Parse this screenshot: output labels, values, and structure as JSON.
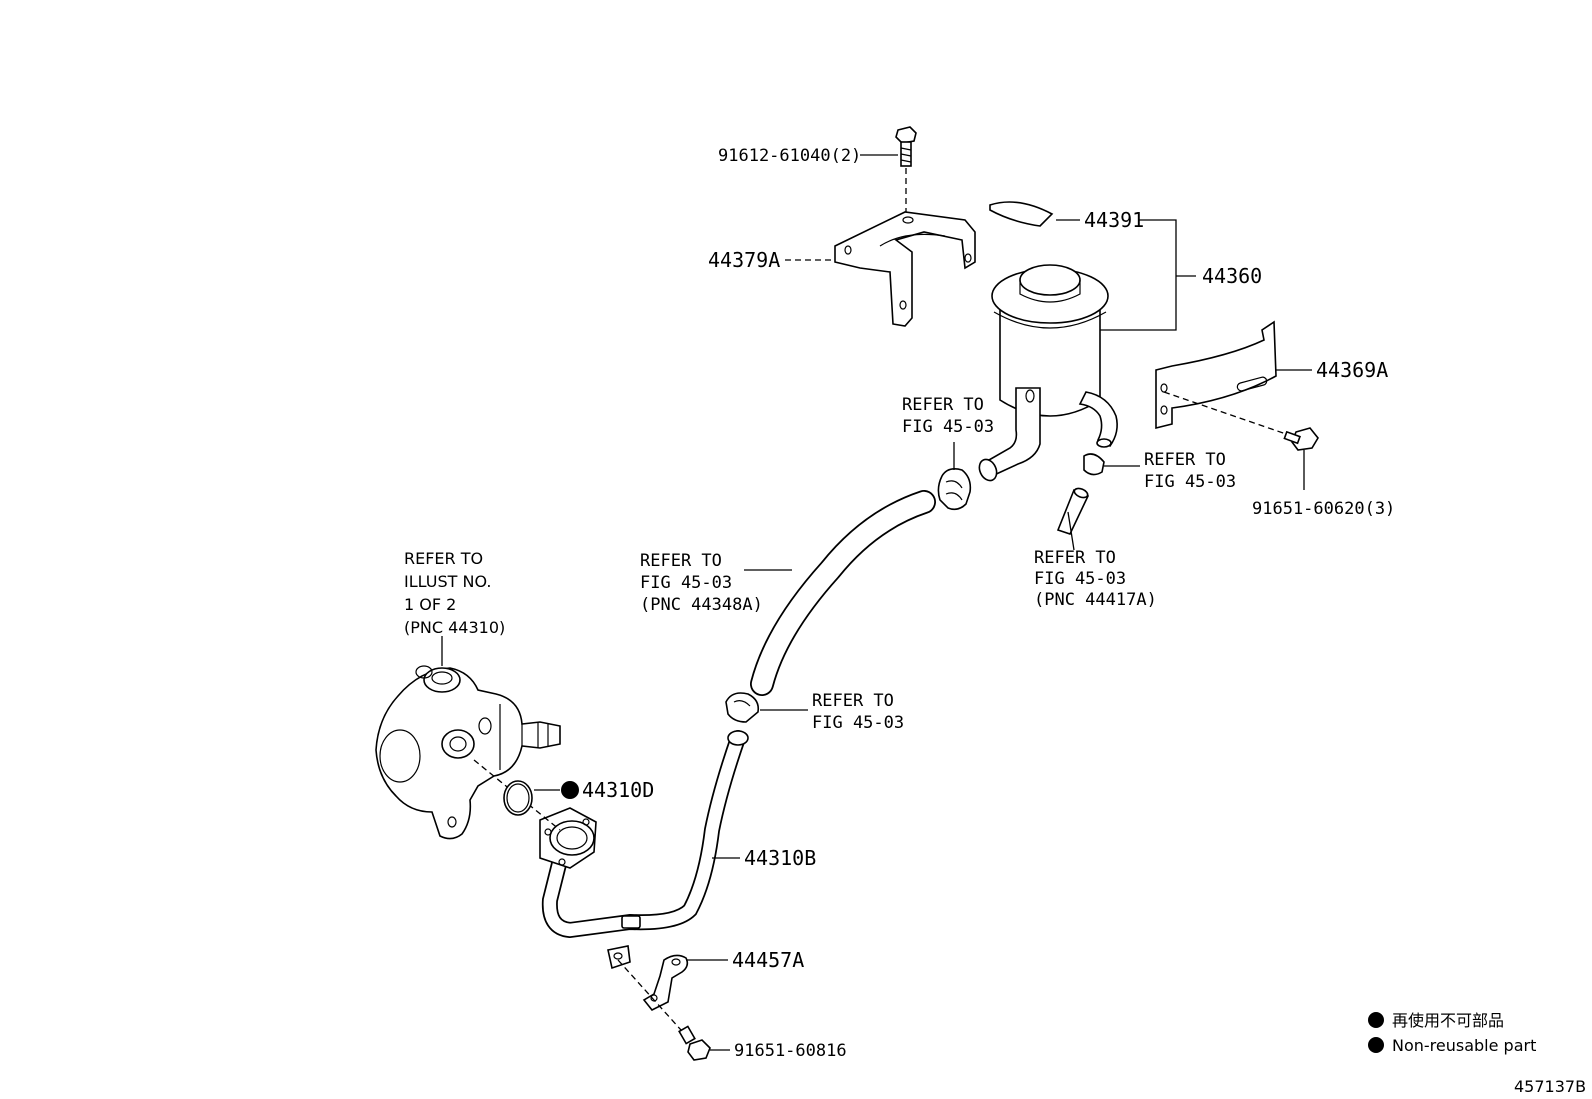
{
  "parts": {
    "bolt_top": "91612-61040(2)",
    "bracket": "44379A",
    "cap_seal": "44391",
    "reservoir": "44360",
    "band": "44369A",
    "bolt_right": "91651-60620(3)",
    "oring": "44310D",
    "pipe": "44310B",
    "clamp_bracket": "44457A",
    "bolt_bottom": "91651-60816"
  },
  "refs": {
    "clip_left": [
      "REFER TO",
      "FIG 45-03"
    ],
    "clip_right": [
      "REFER TO",
      "FIG 45-03"
    ],
    "hose_right": [
      "REFER TO",
      "FIG 45-03",
      "(PNC 44417A)"
    ],
    "hose_main": [
      "REFER TO",
      "FIG 45-03",
      "(PNC 44348A)"
    ],
    "clip_lower": [
      "REFER TO",
      "FIG 45-03"
    ],
    "pump": [
      "REFER TO",
      "ILLUST NO.",
      "1 OF 2",
      "(PNC 44310)"
    ]
  },
  "legend": {
    "jp": "再使用不可部品",
    "en": "Non-reusable part"
  },
  "figure_id": "457137B"
}
